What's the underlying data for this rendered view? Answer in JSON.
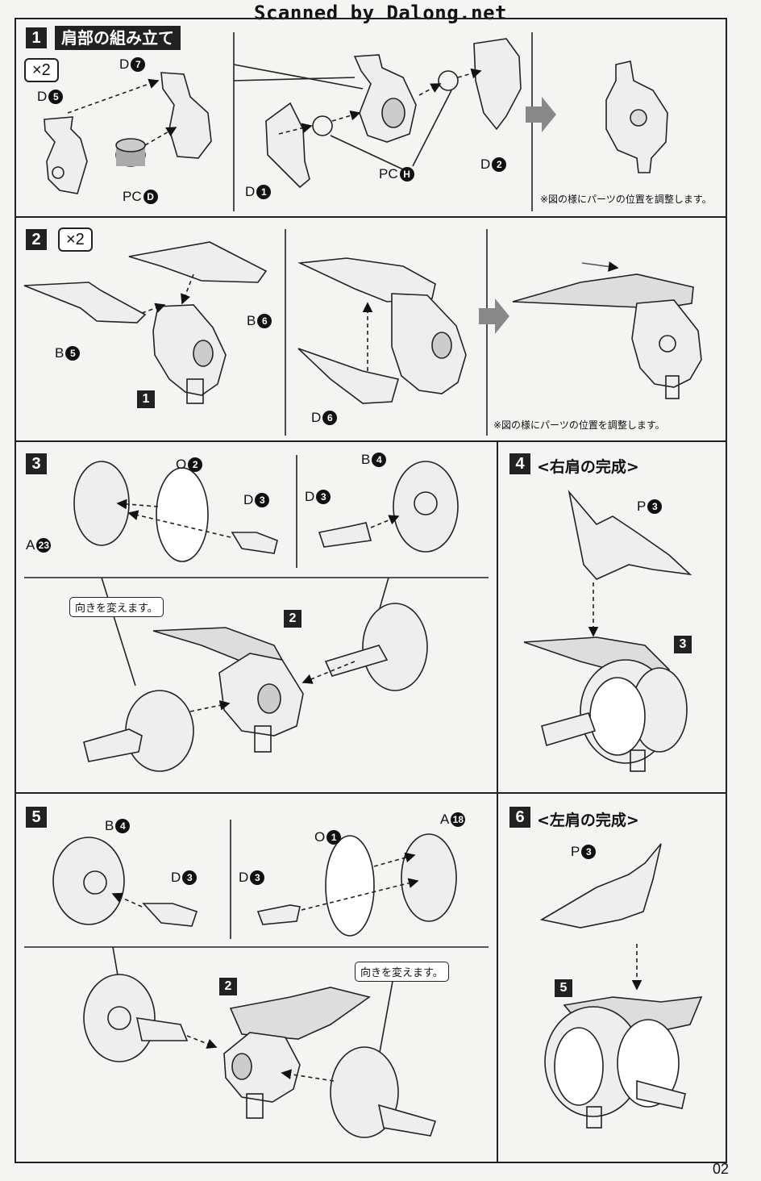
{
  "watermark": "Scanned by Dalong.net",
  "page_number": "02",
  "step1": {
    "num": "1",
    "title": "肩部の組み立て",
    "qty": "×2",
    "labels": [
      {
        "part": "D",
        "num": "7"
      },
      {
        "part": "D",
        "num": "5"
      },
      {
        "part": "PC",
        "num": "D"
      },
      {
        "part": "PC",
        "num": "H"
      },
      {
        "part": "D",
        "num": "1"
      },
      {
        "part": "D",
        "num": "2"
      }
    ],
    "note": "※図の様にパーツの位置を調整します。"
  },
  "step2": {
    "num": "2",
    "qty": "×2",
    "labels": [
      {
        "part": "B",
        "num": "5"
      },
      {
        "part": "B",
        "num": "6"
      },
      {
        "part": "D",
        "num": "6"
      }
    ],
    "step_ref": "1",
    "note": "※図の様にパーツの位置を調整します。"
  },
  "step3": {
    "num": "3",
    "labels": [
      {
        "part": "O",
        "num": "2"
      },
      {
        "part": "D",
        "num": "3"
      },
      {
        "part": "A",
        "num": "23"
      },
      {
        "part": "B",
        "num": "4"
      },
      {
        "part": "D",
        "num": "3"
      }
    ],
    "bubble": "向きを変えます。",
    "step_ref": "2"
  },
  "step4": {
    "num": "4",
    "heading": "<右肩の完成>",
    "labels": [
      {
        "part": "P",
        "num": "3"
      }
    ],
    "step_ref": "3"
  },
  "step5": {
    "num": "5",
    "labels": [
      {
        "part": "B",
        "num": "4"
      },
      {
        "part": "D",
        "num": "3"
      },
      {
        "part": "O",
        "num": "1"
      },
      {
        "part": "D",
        "num": "3"
      },
      {
        "part": "A",
        "num": "18"
      }
    ],
    "bubble": "向きを変えます。",
    "step_ref": "2"
  },
  "step6": {
    "num": "6",
    "heading": "<左肩の完成>",
    "labels": [
      {
        "part": "P",
        "num": "3"
      }
    ],
    "step_ref": "5"
  }
}
